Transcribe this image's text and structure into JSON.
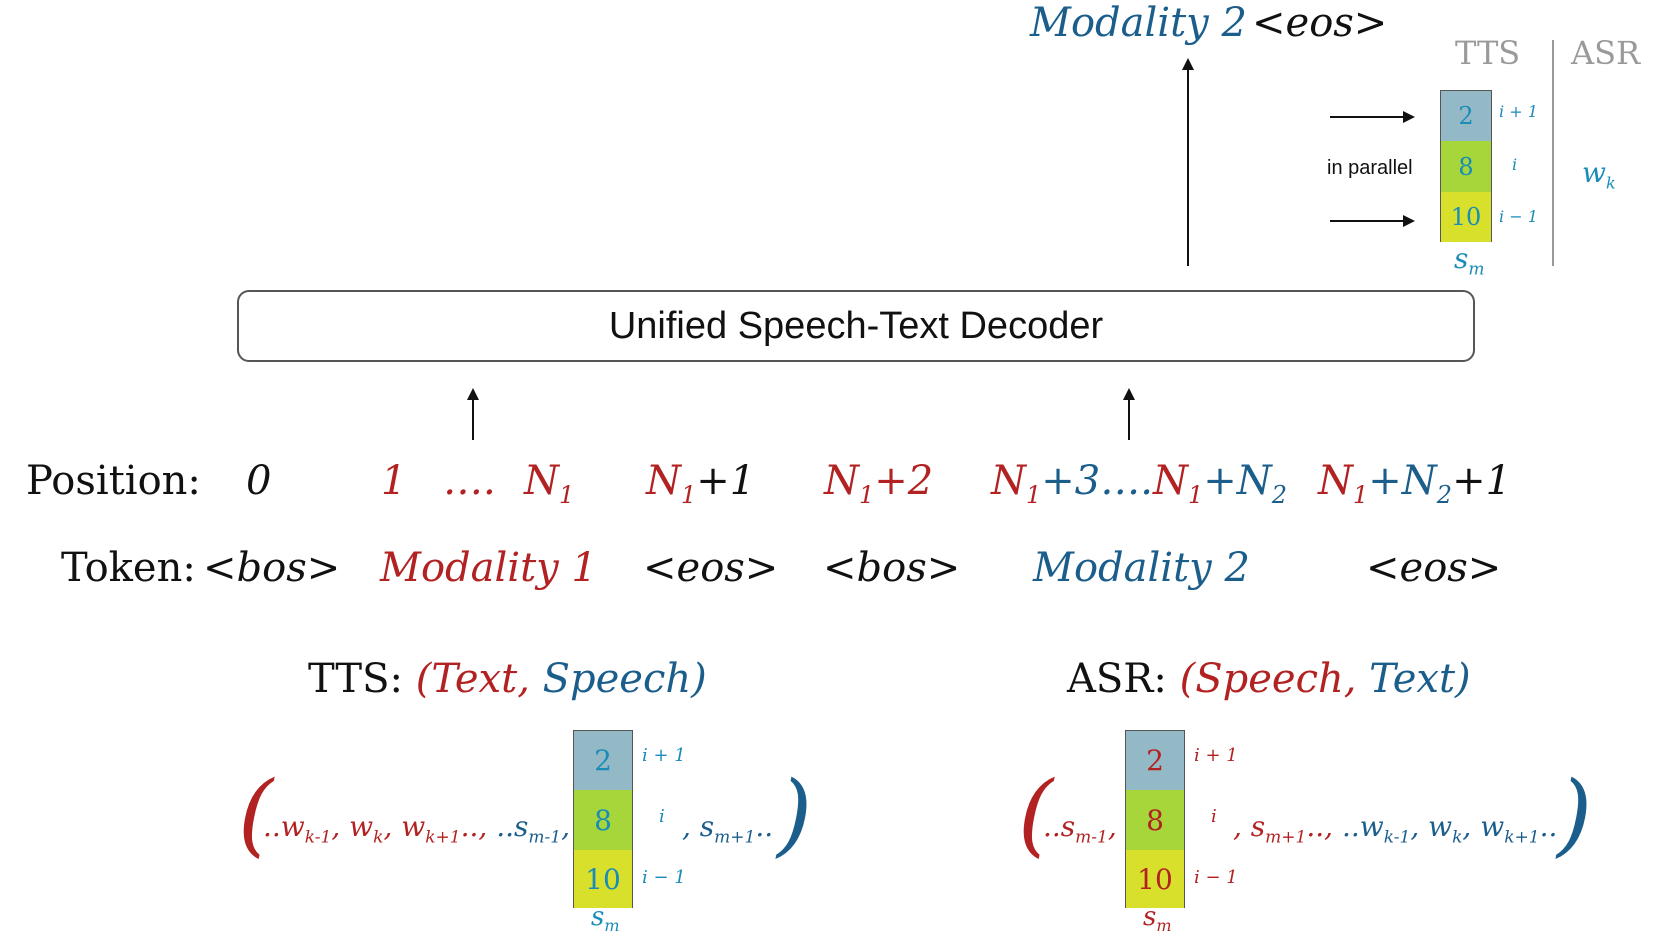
{
  "output": {
    "modality2": "Modality 2",
    "eos": "<eos>"
  },
  "inset": {
    "tts_header": "TTS",
    "asr_header": "ASR",
    "parallel_label": "in parallel",
    "cells": [
      "2",
      "8",
      "10"
    ],
    "indices": [
      "i + 1",
      "i",
      "i − 1"
    ],
    "stack_label": "s",
    "stack_sub": "m",
    "asr_word": "w",
    "asr_word_sub": "k"
  },
  "decoder": {
    "label": "Unified Speech-Text Decoder"
  },
  "position_row": {
    "label": "Position:",
    "p0": "0",
    "p1": "1",
    "dots": "….",
    "n": "N",
    "one": "1",
    "two": "2",
    "plus1": "+1",
    "plus2": "+2",
    "plus3": "+3",
    "dots2": "….",
    "plus": "+"
  },
  "token_row": {
    "label": "Token:",
    "bos1": "<bos>",
    "modality1": "Modality 1",
    "eos1": "<eos>",
    "bos2": "<bos>",
    "modality2": "Modality 2",
    "eos2": "<eos>"
  },
  "tts_example": {
    "prefix": "TTS:",
    "open": "(",
    "text": "Text,",
    "speech": "Speech)",
    "seq_left": "..w",
    "sub_km1": "k-1",
    "comma_w": ", w",
    "sub_k": "k",
    "comma_w2": ", w",
    "sub_kp1": "k+1",
    "tail_left": ".., ",
    "s_left": "..s",
    "sub_mm1": "m-1",
    "comma_end": ",",
    "s_right": ", s",
    "sub_mp1": "m+1",
    "tail_right": "..",
    "cells": [
      "2",
      "8",
      "10"
    ],
    "indices": [
      "i + 1",
      "i",
      "i − 1"
    ],
    "stack_label": "s",
    "stack_sub": "m"
  },
  "asr_example": {
    "prefix": "ASR:",
    "open": "(",
    "speech": "Speech,",
    "text": "Text)",
    "s_left": "..s",
    "sub_mm1": "m-1",
    "comma_end": ",",
    "s_right": ", s",
    "sub_mp1": "m+1",
    "tail_mid": ".., ",
    "w_left": "..w",
    "sub_km1": "k-1",
    "comma_w": ", w",
    "sub_k": "k",
    "comma_w2": ", w",
    "sub_kp1": "k+1",
    "tail_right": "..",
    "cells": [
      "2",
      "8",
      "10"
    ],
    "indices": [
      "i + 1",
      "i",
      "i − 1"
    ],
    "stack_label": "s",
    "stack_sub": "m"
  },
  "colors": {
    "text_modality": "#b22222",
    "speech_modality": "#1b5e8c",
    "index_blue": "#1a8cb8",
    "cell_top": "#94b9c6",
    "cell_mid": "#a6d63a",
    "cell_bot": "#d8e02c"
  }
}
